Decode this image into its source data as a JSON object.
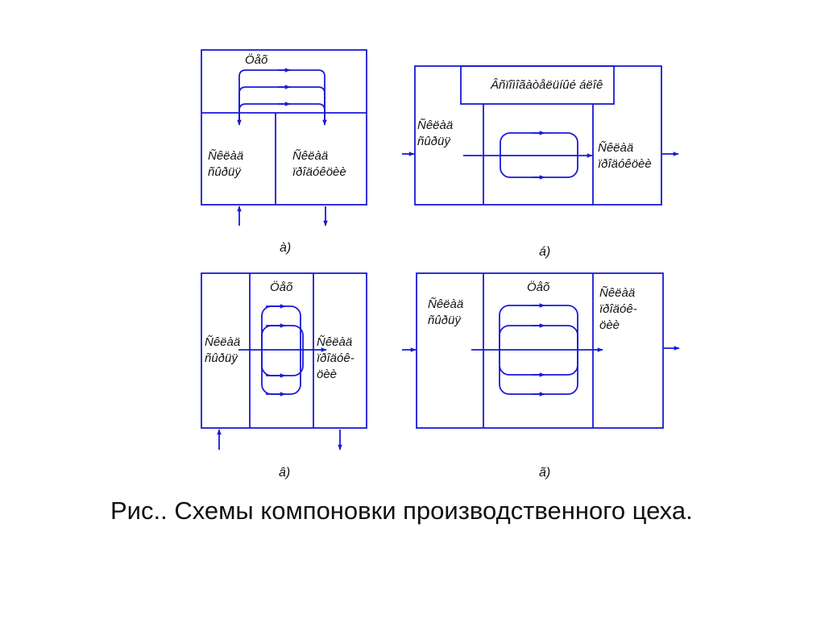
{
  "diagram": {
    "a": {
      "top_label": "Öåõ",
      "left_l1": "Ñêëàä",
      "left_l2": "ñûðüÿ",
      "right_l1": "Ñêëàä",
      "right_l2": "ïðîäóêöèè",
      "caption": "à)"
    },
    "b": {
      "top_label": "Âñïîìîãàòåëüíûé áëîê",
      "left_l1": "Ñêëàä",
      "left_l2": "ñûðüÿ",
      "right_l1": "Ñêëàä",
      "right_l2": "ïðîäóêöèè",
      "caption": "á)"
    },
    "c": {
      "top_label": "Öåõ",
      "left_l1": "Ñêëàä",
      "left_l2": "ñûðüÿ",
      "right_l1": "Ñêëàä",
      "right_l2": "ïðîäóê-",
      "right_l3": "öèè",
      "caption": "â)"
    },
    "d": {
      "top_label": "Öåõ",
      "left_l1": "Ñêëàä",
      "left_l2": "ñûðüÿ",
      "right_l1": "Ñêëàä",
      "right_l2": "ïðîäóê-",
      "right_l3": "öèè",
      "caption": "ã)"
    }
  },
  "caption": "Рис.. Схемы компоновки производственного цеха.",
  "colors": {
    "line": "#1a1ad6",
    "text": "#111111"
  }
}
